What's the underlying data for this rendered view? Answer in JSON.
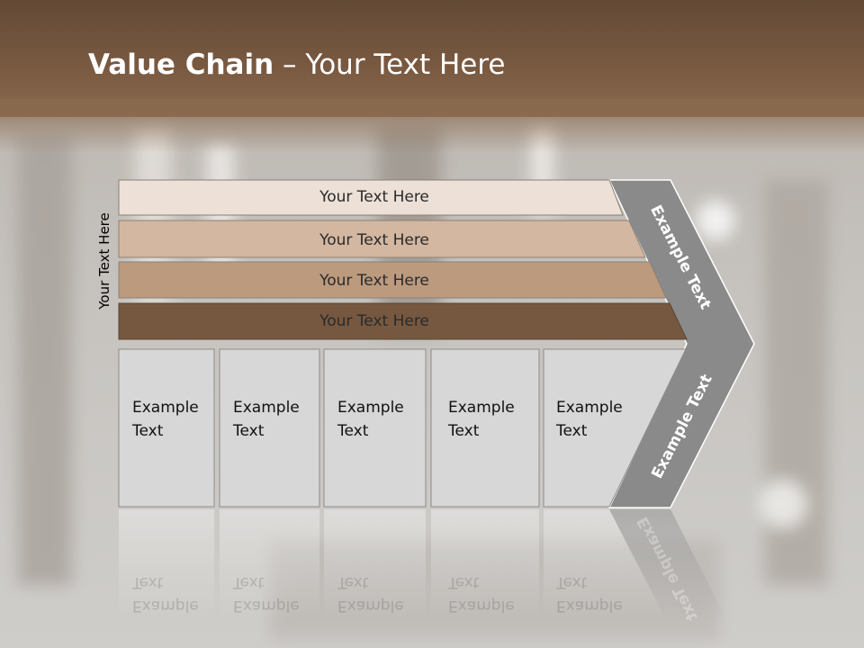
{
  "title": {
    "bold": "Value Chain",
    "rest": " – Your Text Here"
  },
  "side_label": "Your Text Here",
  "bars": [
    {
      "label": "Your Text Here",
      "color": "#ece0d7"
    },
    {
      "label": "Your Text Here",
      "color": "#d3b7a1"
    },
    {
      "label": "Your Text Here",
      "color": "#bb9a7e"
    },
    {
      "label": "Your Text Here",
      "color": "#765840"
    }
  ],
  "boxes": [
    {
      "line1": "Example",
      "line2": "Text"
    },
    {
      "line1": "Example",
      "line2": "Text"
    },
    {
      "line1": "Example",
      "line2": "Text"
    },
    {
      "line1": "Example",
      "line2": "Text"
    },
    {
      "line1": "Example",
      "line2": "Text"
    }
  ],
  "arrow": {
    "upper_text": "Example Text",
    "lower_text": "Example Text",
    "color": "#8a8a8a"
  },
  "colors": {
    "header": "#6e523c",
    "box_fill": "#d7d7d7"
  }
}
